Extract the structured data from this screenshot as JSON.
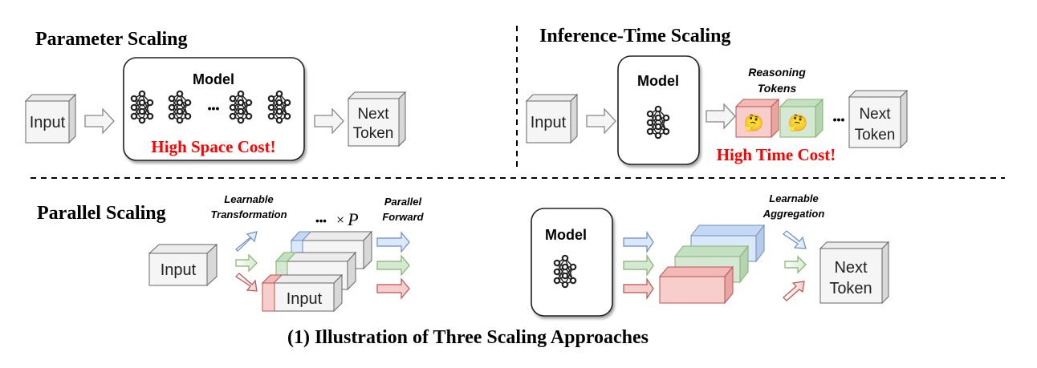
{
  "sections": {
    "parameter": {
      "title": "Parameter Scaling",
      "input_label": "Input",
      "model_label": "Model",
      "ellipsis": "•••",
      "cost_label": "High Space Cost!",
      "output_label_line1": "Next",
      "output_label_line2": "Token"
    },
    "inference": {
      "title": "Inference-Time Scaling",
      "input_label": "Input",
      "model_label": "Model",
      "reasoning_label_line1": "Reasoning",
      "reasoning_label_line2": "Tokens",
      "reasoning_emoji": "🤔",
      "ellipsis": "•••",
      "cost_label": "High Time Cost!",
      "output_label_line1": "Next",
      "output_label_line2": "Token"
    },
    "parallel": {
      "title": "Parallel Scaling",
      "input_label": "Input",
      "transform_label_line1": "Learnable",
      "transform_label_line2": "Transformation",
      "replicate_ellipsis": "•••",
      "replicate_times": "×",
      "replicate_var": "P",
      "stack_input_label": "Input",
      "forward_label_line1": "Parallel",
      "forward_label_line2": "Forward",
      "model_label": "Model",
      "aggregation_label_line1": "Learnable",
      "aggregation_label_line2": "Aggregation",
      "output_label_line1": "Next",
      "output_label_line2": "Token"
    }
  },
  "caption": "(1) Illustration of Three Scaling Approaches",
  "colors": {
    "accent_red": "#ff0000",
    "stream_blue": "#dae8fc",
    "stream_blue_border": "#6c8ebf",
    "stream_green": "#d5e8d4",
    "stream_green_border": "#82b366",
    "stream_red": "#f8cecc",
    "stream_red_border": "#b85450",
    "box_gray": "#f5f5f5",
    "box_gray_border": "#666666"
  }
}
